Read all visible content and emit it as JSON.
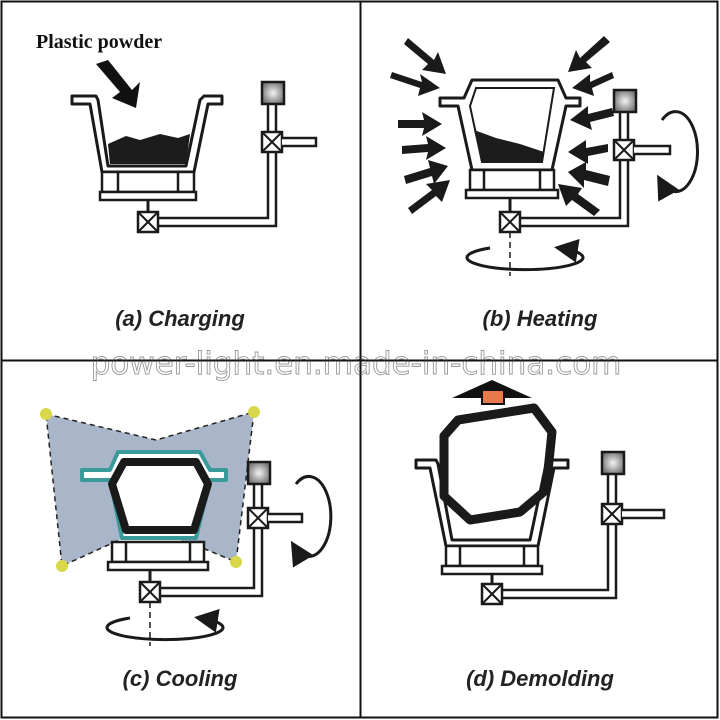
{
  "panels": [
    {
      "id": "a",
      "caption": "(a) Charging",
      "label": "Plastic powder"
    },
    {
      "id": "b",
      "caption": "(b) Heating"
    },
    {
      "id": "c",
      "caption": "(c) Cooling"
    },
    {
      "id": "d",
      "caption": "(d) Demolding"
    }
  ],
  "watermark": "power-light.en.made-in-china.com",
  "colors": {
    "line": "#1a1a1a",
    "powder": "#1c1c1c",
    "cooling_fill": "#a9b6c9",
    "cooling_nozzle": "#d8d84a",
    "release_block": "#e8794a",
    "cooling_edge": "#3a9a9a"
  }
}
